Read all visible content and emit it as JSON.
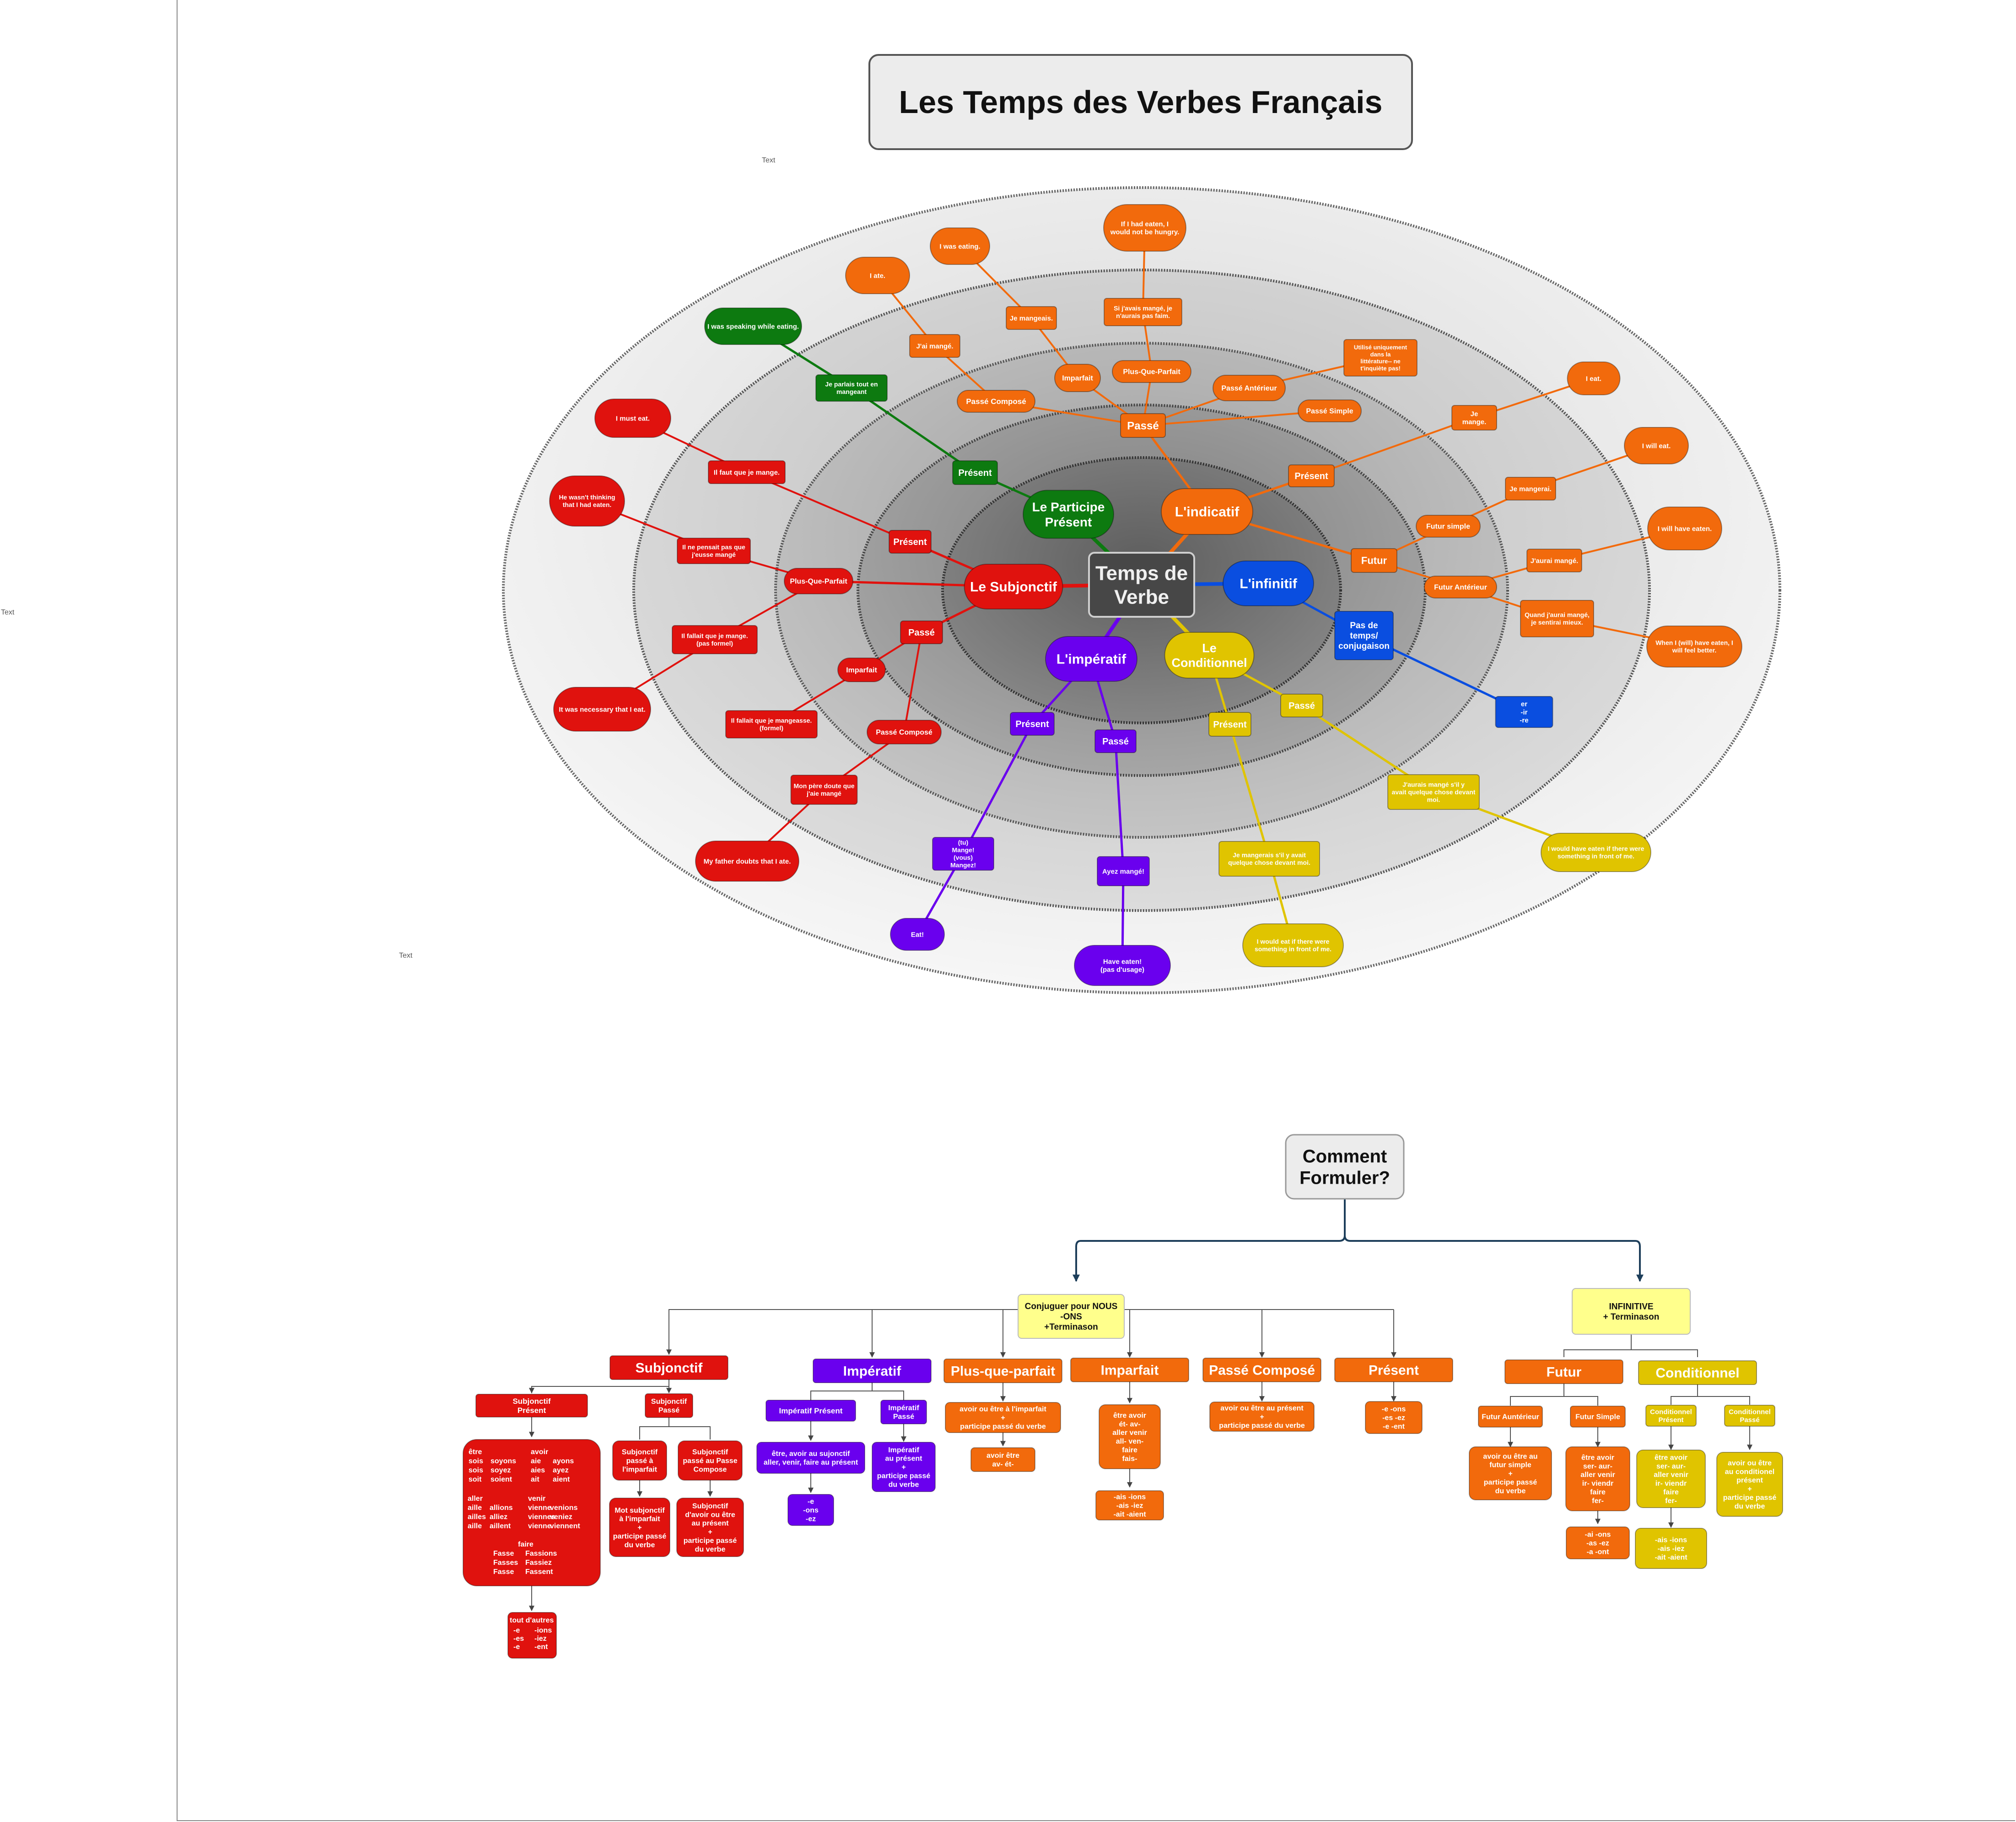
{
  "title": "Les Temps des Verbes Français",
  "stray_text": "Text",
  "colors": {
    "orange": "#f26a0c",
    "red": "#e0120e",
    "green": "#0d7a10",
    "purple": "#6a00ee",
    "yellow": "#e0c400",
    "blue": "#0a4ee0",
    "center": "#474747"
  },
  "mindmap": {
    "center": "Temps de Verbe",
    "branches": {
      "indicatif": "L'indicatif",
      "subjonctif": "Le Subjonctif",
      "participe": "Le Participe Présent",
      "imperatif": "L'impératif",
      "conditionnel": "Le Conditionnel",
      "infinitif": "L'infinitif"
    },
    "indicatif": {
      "passe": "Passé",
      "present": "Présent",
      "futur": "Futur",
      "passe_compose": "Passé Composé",
      "imparfait": "Imparfait",
      "plus_que_parfait": "Plus-Que-Parfait",
      "passe_anterieur": "Passé Antérieur",
      "passe_simple": "Passé Simple",
      "ex_pc": "J'ai mangé.",
      "ex_imp": "Je mangeais.",
      "ex_pqp": "Si j'avais mangé, je n'aurais pas faim.",
      "ex_pa": "Utilisé uniquement dans la littérature-- ne t'inquiète pas!",
      "ex_pres": "Je mange.",
      "futur_simple": "Futur simple",
      "futur_anterieur": "Futur Antérieur",
      "ex_fs": "Je mangerai.",
      "ex_fa": "J'aurai mangé.",
      "ex_fa2": "Quand j'aurai mangé, je sentirai mieux.",
      "en_pc": "I ate.",
      "en_imp": "I was eating.",
      "en_pqp": "If I had eaten, I would not be hungry.",
      "en_pres": "I eat.",
      "en_fs": "I will eat.",
      "en_fa": "I will have eaten.",
      "en_fa2": "When I (will) have eaten, I will feel better."
    },
    "participe": {
      "present": "Présent",
      "ex": "Je parlais tout en mangeant",
      "en": "I was speaking while eating."
    },
    "subjonctif": {
      "present": "Présent",
      "passe": "Passé",
      "plus_que_parfait": "Plus-Que-Parfait",
      "imparfait": "Imparfait",
      "passe_compose": "Passé Composé",
      "ex_pres": "Il faut que je mange.",
      "en_pres": "I must eat.",
      "ex_pqp": "Il ne pensait pas que j'eusse mangé",
      "en_pqp": "He wasn't thinking that I had eaten.",
      "ex_pqp2": "Il fallait que je mange. (pas formel)",
      "en_pqp2": "It was necessary that I eat.",
      "ex_imp": "Il fallait que je mangeasse. (formel)",
      "ex_pc": "Mon père doute que j'aie mangé",
      "en_pc": "My father doubts that I ate."
    },
    "imperatif": {
      "present": "Présent",
      "passe": "Passé",
      "ex_pres": "(tu) Mange! (vous) Mangez!",
      "en_pres": "Eat!",
      "ex_passe": "Ayez mangé!",
      "en_passe": "Have eaten! (pas d'usage)"
    },
    "conditionnel": {
      "present": "Présent",
      "passe": "Passé",
      "ex_pres": "Je mangerais s'il y avait quelque chose devant moi.",
      "en_pres": "I would eat if there were something in front of me.",
      "ex_passe": "J'aurais mangé s'il y avait quelque chose devant moi.",
      "en_passe": "I would have eaten if there were something in front of me."
    },
    "infinitif": {
      "pas_de_temps": "Pas de temps/ conjugaison",
      "endings": "er -ir -re"
    }
  },
  "tree": {
    "root": "Comment Formuler?",
    "nous": "Conjuguer pour NOUS -ONS +Terminason",
    "infinitive": "INFINITIVE + Terminason",
    "subjonctif": {
      "header": "Subjonctif",
      "present": "Subjonctif Présent",
      "passe": "Subjonctif Passé",
      "irregular": {
        "etre": [
          "être",
          "sois",
          "sois",
          "soit",
          "soyons",
          "soyez",
          "soient"
        ],
        "avoir": [
          "avoir",
          "aie",
          "aies",
          "ait",
          "ayons",
          "ayez",
          "aient"
        ],
        "aller": [
          "aller",
          "aille",
          "ailles",
          "aille",
          "allions",
          "alliez",
          "aillent"
        ],
        "venir": [
          "venir",
          "vienne",
          "viennes",
          "vienne",
          "venions",
          "veniez",
          "viennent"
        ],
        "faire": [
          "faire",
          "Fasse",
          "Fasses",
          "Fasse",
          "Fassions",
          "Fassiez",
          "Fassent"
        ]
      },
      "autres": [
        "tout d'autres",
        "-e",
        "-es",
        "-e",
        "-ions",
        "-iez",
        "-ent"
      ],
      "passe_imparfait": "Subjonctif passé à l'imparfait",
      "passe_present": "Subjonctif passé au Passe Compose",
      "formule_imparfait": "Mot subjonctif à l'imparfait + participe passé du verbe",
      "formule_present": "Subjonctif d'avoir ou être au présent + participe passé du verbe"
    },
    "imperatif": {
      "header": "Impératif",
      "present": "Impératif Présent",
      "passe": "Impératif Passé",
      "present_note": "être, avoir au sujonctif aller, venir, faire au présent",
      "endings": [
        "-e",
        "-ons",
        "-ez"
      ],
      "passe_note": "Impératif au présent + participe passé du verbe"
    },
    "pqp": {
      "header": "Plus-que-parfait",
      "formule": "avoir ou être à l'imparfait + participe passé du verbe",
      "stems": [
        "avoir",
        "av-",
        "être",
        "ét-"
      ]
    },
    "imparfait": {
      "header": "Imparfait",
      "stems": [
        "être",
        "ét-",
        "aller",
        "all-",
        "faire",
        "fais-",
        "avoir",
        "av-",
        "venir",
        "ven-"
      ],
      "endings": [
        "-ais",
        "-ais",
        "-ait",
        "-ions",
        "-iez",
        "-aient"
      ]
    },
    "passe_compose": {
      "header": "Passé Composé",
      "formule": "avoir ou être au présent + participe passé du verbe"
    },
    "present": {
      "header": "Présent",
      "endings": [
        "-e",
        "-es",
        "-e",
        "-ons",
        "-ez",
        "-ent"
      ]
    },
    "futur": {
      "header": "Futur",
      "anterieur": "Futur Auntérieur",
      "simple": "Futur Simple",
      "anterieur_formule": "avoir ou être au futur simple + participe passé du verbe",
      "stems": [
        "être",
        "ser-",
        "aller",
        "ir-",
        "faire",
        "fer-",
        "avoir",
        "aur-",
        "venir",
        "viendr"
      ],
      "endings": [
        "-ai",
        "-as",
        "-a",
        "-ons",
        "-ez",
        "-ont"
      ]
    },
    "conditionnel": {
      "header": "Conditionnel",
      "present": "Conditionnel Présent",
      "passe": "Conditionnel Passé",
      "stems": [
        "être",
        "ser-",
        "aller",
        "ir-",
        "faire",
        "fer-",
        "avoir",
        "aur-",
        "venir",
        "viendr"
      ],
      "endings": [
        "-ais",
        "-ais",
        "-ait",
        "-ions",
        "-iez",
        "-aient"
      ],
      "passe_formule": "avoir ou être au conditionel présent + participe passé du verbe"
    }
  }
}
